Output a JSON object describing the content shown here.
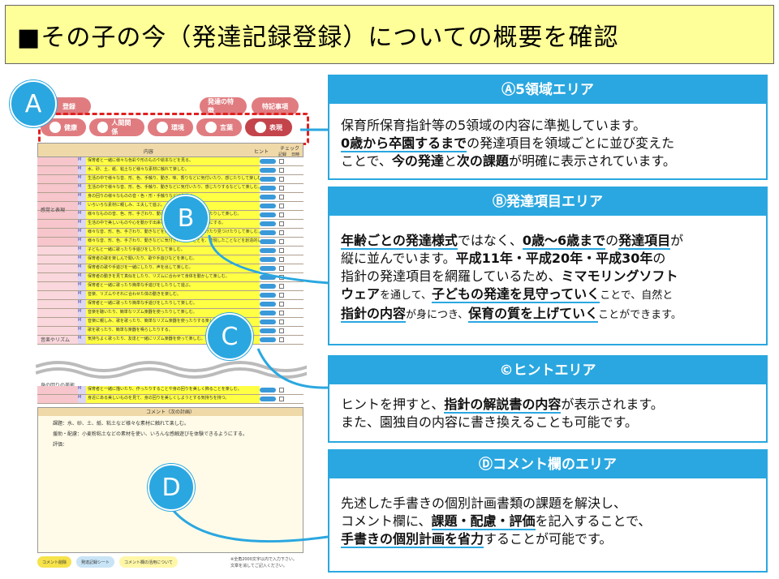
{
  "title": "■その子の今（発達記録登録）についての概要を確認",
  "shot": {
    "top_pills": [
      "登録",
      "発達の特徴",
      "特記事項"
    ],
    "domain_tabs": [
      "健康",
      "人間関係",
      "環境",
      "言葉",
      "表現"
    ],
    "table_head": {
      "content": "内容",
      "hint": "ヒント",
      "check": "チェック",
      "record": "記録",
      "date": "日時"
    },
    "categories": [
      "感覚と表現",
      "音楽やリズム",
      "身の回りの美術"
    ],
    "rows": [
      "保育者と一緒に様々な色彩や形のものや絵本などを見る。",
      "水、砂、土、紙、粘土など様々な素材に触れて楽しむ。",
      "生活の中で様々な音、形、色、手触り、動き、味、香りなどに気付いたり、感じたりして楽しむ。",
      "生活の中で様々な音、形、色、手触り、動きなどに気付いたり、感じたりするなどして楽しむ。",
      "身の回りの様々なものの音・色・形・手触りなどに気付く。",
      "いろいろな素材に親しみ、工夫して遊ぶ。",
      "様々なものの音、色、形、手ざわり、動きなどに気付いたり、感じたりして楽しむ。",
      "生活の中で美しいものや心を動かす出来事に触れ、イメージを豊かにする。",
      "様々な音、形、色、手ざわり、動きなどを楽しむことの中で見つけたり見つけたりして楽しむ。",
      "様々な音、形、色、手ざわり、動きなどに気付き、感じたことを、表現したことなどを創造的に表現する。",
      "子どもと一緒に歌ったり手遊びをしたりして楽しむ。",
      "保育者の歌を楽しんで聞いたり、歌や手遊びなどを楽しむ。",
      "保育者の歌や手遊びを一緒にしたり、声を出して楽しむ。",
      "保育者の動きを見て真似をしたり、リズムに合わせて身体を動かして楽しむ。",
      "保育者と一緒に歌ったり簡単な手遊びをしたりして遊ぶ。",
      "音楽、リズムやそれに合わせた体の動きを楽しむ。",
      "保育者と一緒に歌ったり簡単な手遊びをしたりして楽しむ。",
      "音楽を聴いたり、簡単なリズム楽器を使ったりして楽しむ。",
      "音楽に親しみ、歌を歌ったり、簡単なリズム楽器を使ったりする楽しさを味わう。",
      "歌を歌ったり、簡単な楽器を鳴らしたりする。",
      "気持ちよく歌ったり、友達と一緒にリズム楽器を使って楽しむ。"
    ],
    "bottom_rows": [
      "保育者と一緒に描いたり、作ったりすることや身の回りを美しく飾ることを楽しむ。",
      "身近にある美しいものを見て、身の回りを美しくしようとする気持ちを持つ。"
    ],
    "comment_title": "コメント（次の計画）",
    "comment_lines": [
      "課題：水、砂、土、紙、粘土など様々な素材に触れて楽しむ。",
      "援助・配慮：小麦粉粘土などの素材を使い、いろんな感触遊びを体験できるようにする。",
      "評価："
    ],
    "bottom_buttons": [
      "コメント削除",
      "発達記録シート",
      "コメント欄の活用について"
    ],
    "bottom_note": [
      "※全角2000文字以内で入力下さい。",
      "文章を消してご記入ください。"
    ]
  },
  "markers": [
    "A",
    "B",
    "C",
    "D"
  ],
  "cards": [
    {
      "head": "Ⓐ5領域エリア",
      "lines": [
        [
          "保育所保育指針等の5領域の内容に準拠しています。"
        ],
        [
          "0歳から卒園するまで",
          "の発達項目を領域ごとに並び変えた"
        ],
        [
          "ことで、",
          "今の発達",
          "と",
          "次の課題",
          "が明確に表示されています。"
        ]
      ]
    },
    {
      "head": "Ⓑ発達項目エリア",
      "lines": [
        [
          "年齢ごとの発達様式",
          "ではなく、",
          "0歳〜6歳まで",
          "の",
          "発達項目",
          "が"
        ],
        [
          "縦に並んでいます。",
          "平成11年・平成20年・平成30年",
          "の"
        ],
        [
          "指針の発達項目を網羅しているため、",
          "ミマモリングソフト"
        ],
        [
          "ウェア",
          "を通して、",
          "子どもの発達を見守っていく",
          "ことで、自然と"
        ],
        [
          "指針の内容",
          "が身につき、",
          "保育の質を上げていく",
          "ことができます。"
        ]
      ]
    },
    {
      "head": "©ヒントエリア",
      "lines": [
        [
          "ヒントを押すと、",
          "指針の解説書の内容",
          "が表示されます。"
        ],
        [
          "また、園独自の内容に書き換えることも可能です。"
        ]
      ]
    },
    {
      "head": "Ⓓコメント欄のエリア",
      "lines": [
        [
          "先述した手書きの個別計画書類の課題を解決し、"
        ],
        [
          "コメント欄に、",
          "課題・配慮・評価",
          "を記入することで、"
        ],
        [
          "手書きの個別計画を省力",
          "することが可能です。"
        ]
      ]
    }
  ]
}
